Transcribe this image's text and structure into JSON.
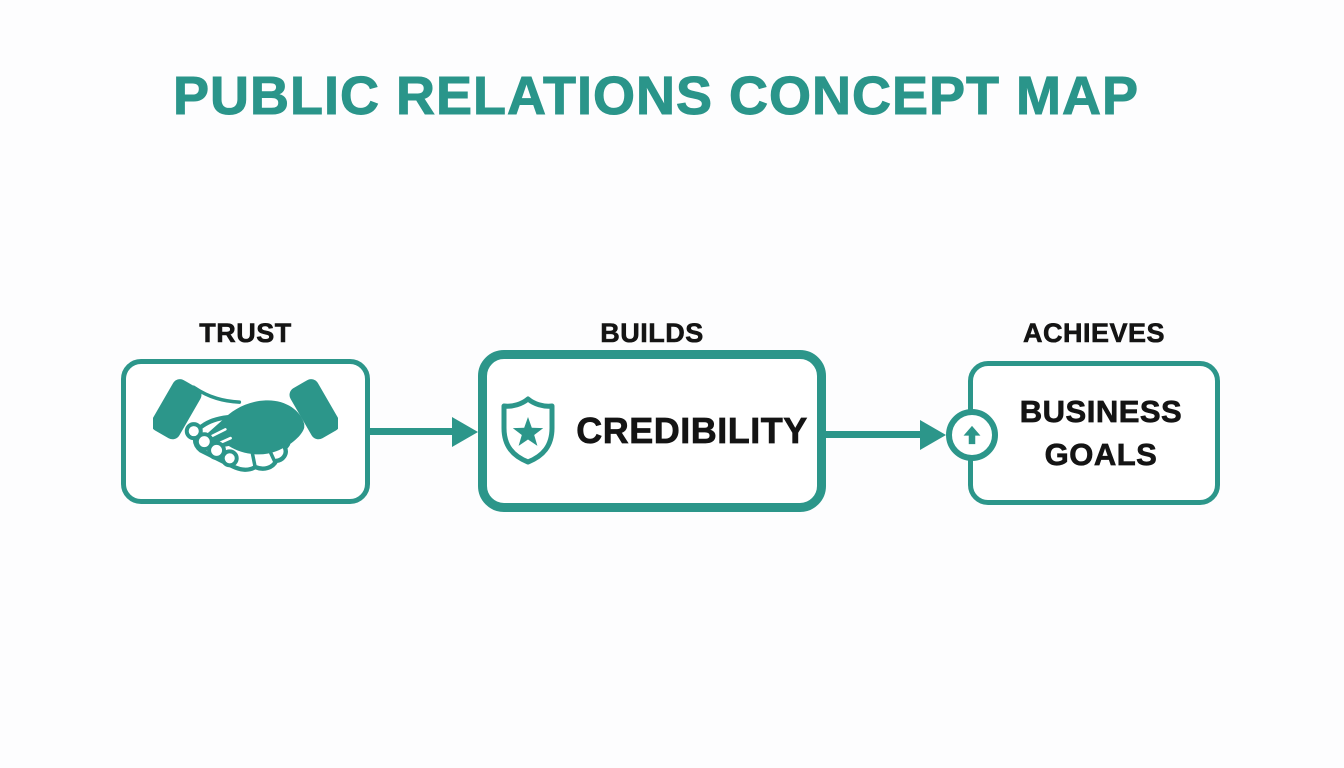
{
  "title": {
    "text": "PUBLIC RELATIONS CONCEPT MAP",
    "color": "#2a958a"
  },
  "theme": {
    "teal": "#2c968a",
    "text_dark": "#141414",
    "node_background": "#ffffff",
    "page_background": "#fdfdfe"
  },
  "diagram": {
    "nodes": [
      {
        "id": "trust",
        "relation_label": "TRUST",
        "icon": "handshake-icon",
        "content": ""
      },
      {
        "id": "credibility",
        "relation_label": "BUILDS",
        "icon": "shield-star-icon",
        "content": "CREDIBILITY"
      },
      {
        "id": "business-goals",
        "relation_label": "ACHIEVES",
        "icon": "arrow-up-circle-icon",
        "content_lines": [
          "BUSINESS",
          "GOALS"
        ]
      }
    ],
    "connectors": [
      {
        "from": "trust",
        "to": "credibility",
        "type": "arrow-right"
      },
      {
        "from": "credibility",
        "to": "business-goals",
        "type": "arrow-right"
      }
    ]
  }
}
